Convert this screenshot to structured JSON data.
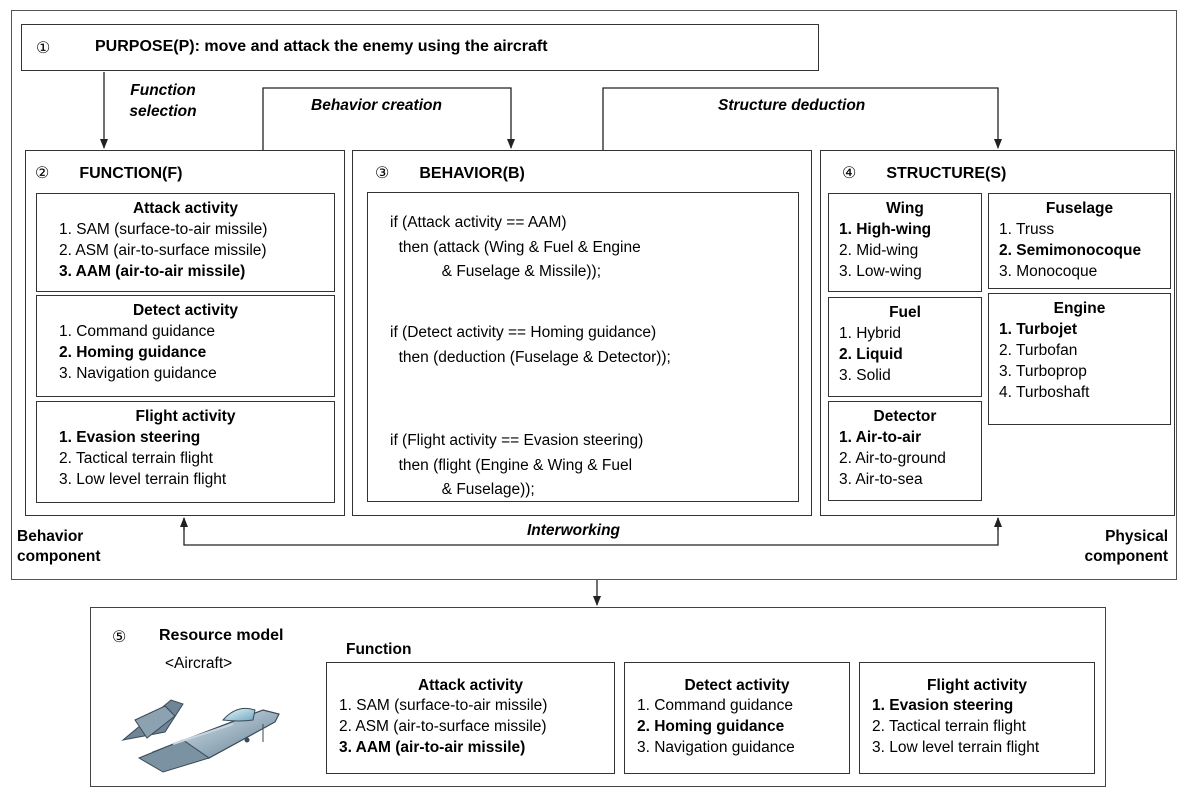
{
  "purpose": {
    "num": "①",
    "text": "PURPOSE(P): move and attack the enemy using the aircraft"
  },
  "arrows": {
    "function_selection": [
      "Function",
      "selection"
    ],
    "behavior_creation": "Behavior creation",
    "structure_deduction": "Structure deduction",
    "interworking": "Interworking"
  },
  "side_labels": {
    "behavior_component": [
      "Behavior",
      "component"
    ],
    "physical_component": [
      "Physical",
      "component"
    ]
  },
  "function": {
    "num": "②",
    "title": "FUNCTION(F)",
    "groups": [
      {
        "title": "Attack activity",
        "items": [
          {
            "text": "1. SAM (surface-to-air missile)",
            "bold": false
          },
          {
            "text": "2. ASM (air-to-surface missile)",
            "bold": false
          },
          {
            "text": "3. AAM (air-to-air missile)",
            "bold": true
          }
        ]
      },
      {
        "title": "Detect activity",
        "items": [
          {
            "text": "1. Command guidance",
            "bold": false
          },
          {
            "text": "2. Homing guidance",
            "bold": true
          },
          {
            "text": "3. Navigation guidance",
            "bold": false
          }
        ]
      },
      {
        "title": "Flight activity",
        "items": [
          {
            "text": "1. Evasion steering",
            "bold": true
          },
          {
            "text": "2. Tactical terrain flight",
            "bold": false
          },
          {
            "text": "3. Low level terrain flight",
            "bold": false
          }
        ]
      }
    ]
  },
  "behavior": {
    "num": "③",
    "title": "BEHAVIOR(B)",
    "rules": [
      [
        "if (Attack activity == AAM)",
        "  then (attack (Wing & Fuel & Engine",
        "            & Fuselage & Missile));"
      ],
      [
        "if (Detect activity == Homing guidance)",
        "  then (deduction (Fuselage & Detector));"
      ],
      [
        "if (Flight activity == Evasion steering)",
        "  then (flight (Engine & Wing & Fuel",
        "            & Fuselage));"
      ]
    ]
  },
  "structure": {
    "num": "④",
    "title": "STRUCTURE(S)",
    "wing": {
      "title": "Wing",
      "items": [
        {
          "text": "1. High-wing",
          "bold": true
        },
        {
          "text": "2. Mid-wing",
          "bold": false
        },
        {
          "text": "3. Low-wing",
          "bold": false
        }
      ]
    },
    "fuel": {
      "title": "Fuel",
      "items": [
        {
          "text": "1. Hybrid",
          "bold": false
        },
        {
          "text": "2. Liquid",
          "bold": true
        },
        {
          "text": "3. Solid",
          "bold": false
        }
      ]
    },
    "detector": {
      "title": "Detector",
      "items": [
        {
          "text": "1. Air-to-air",
          "bold": true
        },
        {
          "text": "2. Air-to-ground",
          "bold": false
        },
        {
          "text": "3. Air-to-sea",
          "bold": false
        }
      ]
    },
    "fuselage": {
      "title": "Fuselage",
      "items": [
        {
          "text": "1. Truss",
          "bold": false
        },
        {
          "text": "2. Semimonocoque",
          "bold": true
        },
        {
          "text": "3. Monocoque",
          "bold": false
        }
      ]
    },
    "engine": {
      "title": "Engine",
      "items": [
        {
          "text": "1. Turbojet",
          "bold": true
        },
        {
          "text": "2. Turbofan",
          "bold": false
        },
        {
          "text": "3. Turboprop",
          "bold": false
        },
        {
          "text": "4. Turboshaft",
          "bold": false
        }
      ]
    }
  },
  "resource": {
    "num": "⑤",
    "title": "Resource model",
    "subtitle": "<Aircraft>",
    "function_label": "Function",
    "groups": [
      {
        "title": "Attack activity",
        "items": [
          {
            "text": "1. SAM (surface-to-air missile)",
            "bold": false
          },
          {
            "text": "2. ASM (air-to-surface missile)",
            "bold": false
          },
          {
            "text": "3. AAM (air-to-air missile)",
            "bold": true
          }
        ]
      },
      {
        "title": "Detect activity",
        "items": [
          {
            "text": "1. Command guidance",
            "bold": false
          },
          {
            "text": "2. Homing guidance",
            "bold": true
          },
          {
            "text": "3. Navigation guidance",
            "bold": false
          }
        ]
      },
      {
        "title": "Flight activity",
        "items": [
          {
            "text": "1. Evasion steering",
            "bold": true
          },
          {
            "text": "2. Tactical terrain flight",
            "bold": false
          },
          {
            "text": "3. Low level terrain flight",
            "bold": false
          }
        ]
      }
    ]
  },
  "icon": "aircraft-illustration",
  "colors": {
    "line": "#333333",
    "background": "#ffffff"
  }
}
